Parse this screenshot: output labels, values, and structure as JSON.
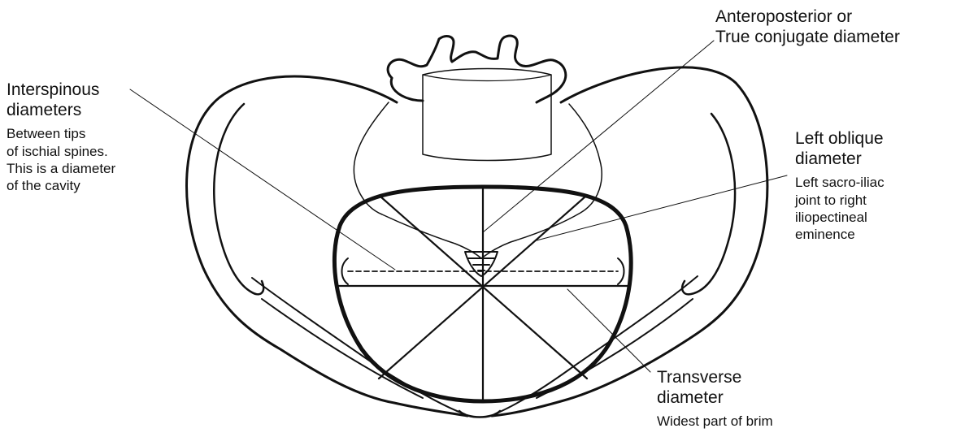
{
  "labels": {
    "anteroposterior": {
      "title_lines": [
        "Anteroposterior or",
        "True conjugate diameter"
      ]
    },
    "interspinous": {
      "title_lines": [
        "Interspinous",
        "diameters"
      ],
      "desc_lines": [
        "Between tips",
        "of ischial spines.",
        "This is a diameter",
        "of the cavity"
      ]
    },
    "left_oblique": {
      "title_lines": [
        "Left oblique",
        "diameter"
      ],
      "desc_lines": [
        "Left sacro-iliac",
        "joint to right",
        "iliopectineal",
        "eminence"
      ]
    },
    "transverse": {
      "title_lines": [
        "Transverse",
        "diameter"
      ],
      "desc_lines": [
        "Widest part of brim"
      ]
    }
  },
  "colors": {
    "ink": "#111111",
    "background": "#ffffff"
  }
}
